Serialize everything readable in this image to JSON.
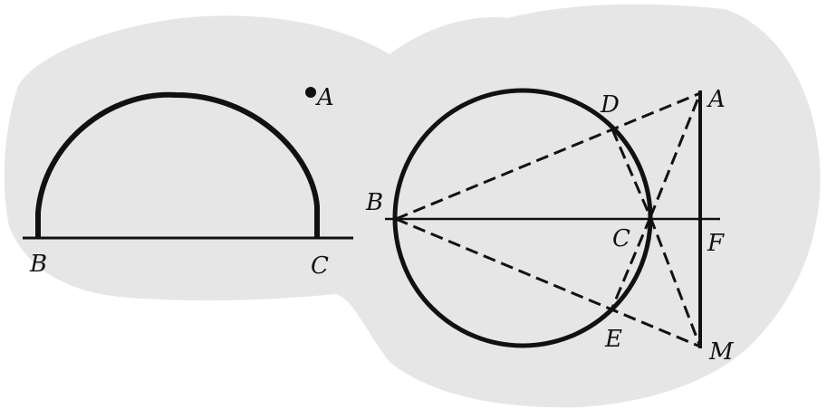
{
  "colors": {
    "background": "#ffffff",
    "blob": "#e6e6e6",
    "ink": "#111111"
  },
  "left_figure": {
    "labels": {
      "a": "A",
      "b": "B",
      "c": "C"
    }
  },
  "right_figure": {
    "labels": {
      "a": "A",
      "b": "B",
      "c": "C",
      "d": "D",
      "e": "E",
      "f": "F",
      "m": "M"
    }
  }
}
